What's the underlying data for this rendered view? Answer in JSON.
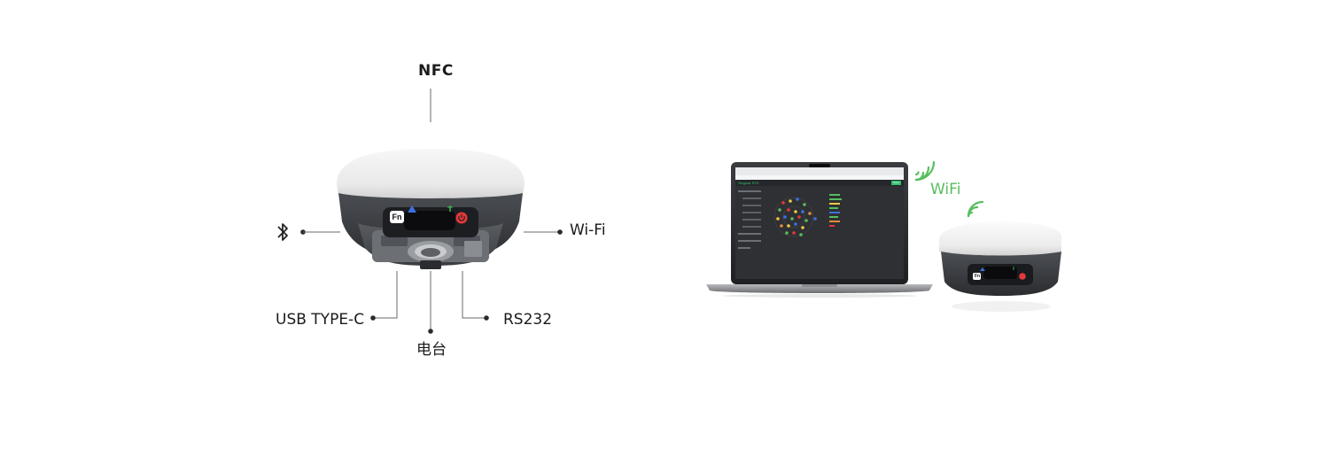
{
  "labels": {
    "nfc": "NFC",
    "wifi": "Wi-Fi",
    "usb": "USB TYPE-C",
    "radio": "电台",
    "rs232": "RS232",
    "wifi_link": "WiFi"
  },
  "device": {
    "fn_key": "Fn",
    "bluetooth_icon": "bluetooth-icon",
    "power_icon": "power-icon",
    "satellite_icon": "satellite-icon",
    "signal_icon": "signal-icon"
  },
  "colors": {
    "wifi_green": "#58bd5e",
    "power_red": "#e5383b",
    "satellite_blue": "#3f6fe0",
    "signal_green": "#37b24d",
    "app_accent": "#2fbf71"
  },
  "laptop": {
    "app_title": "Singular RTK",
    "app_button": "Save"
  }
}
